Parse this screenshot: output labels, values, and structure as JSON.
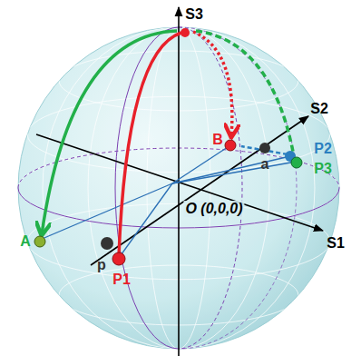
{
  "diagram": {
    "labels": [
      "S3",
      "S2",
      "B",
      "a",
      "P2",
      "P3",
      "O (0,0,0)",
      "S1",
      "A",
      "p",
      "P1"
    ]
  }
}
